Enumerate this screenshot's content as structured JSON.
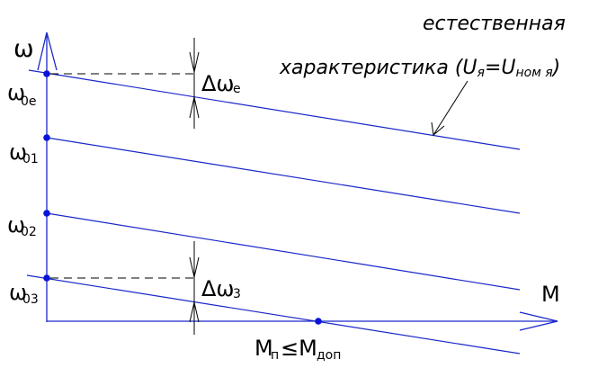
{
  "labels": {
    "omega_axis": "ω",
    "m_axis": "M",
    "omega_0e_main": "ω",
    "omega_0e_sub": "0e",
    "omega_01_main": "ω",
    "omega_01_sub": "01",
    "omega_02_main": "ω",
    "omega_02_sub": "02",
    "omega_03_main": "ω",
    "omega_03_sub": "03",
    "delta_omega_e_main": "Δω",
    "delta_omega_e_sub": "e",
    "delta_omega_3_main": "Δω",
    "delta_omega_3_sub": "3",
    "mp_main": "M",
    "mp_sub": "п",
    "mp_rel": "≤M",
    "mp_dop": "доп"
  },
  "caption": {
    "line1": "естественная",
    "line2_a": "характеристика (U",
    "line2_ya": "я",
    "line2_b": "=U",
    "line2_nom": "ном я",
    "line2_c": ")"
  },
  "colors": {
    "line": "#1a27c9",
    "point": "#0a14d8",
    "text": "#000000"
  }
}
